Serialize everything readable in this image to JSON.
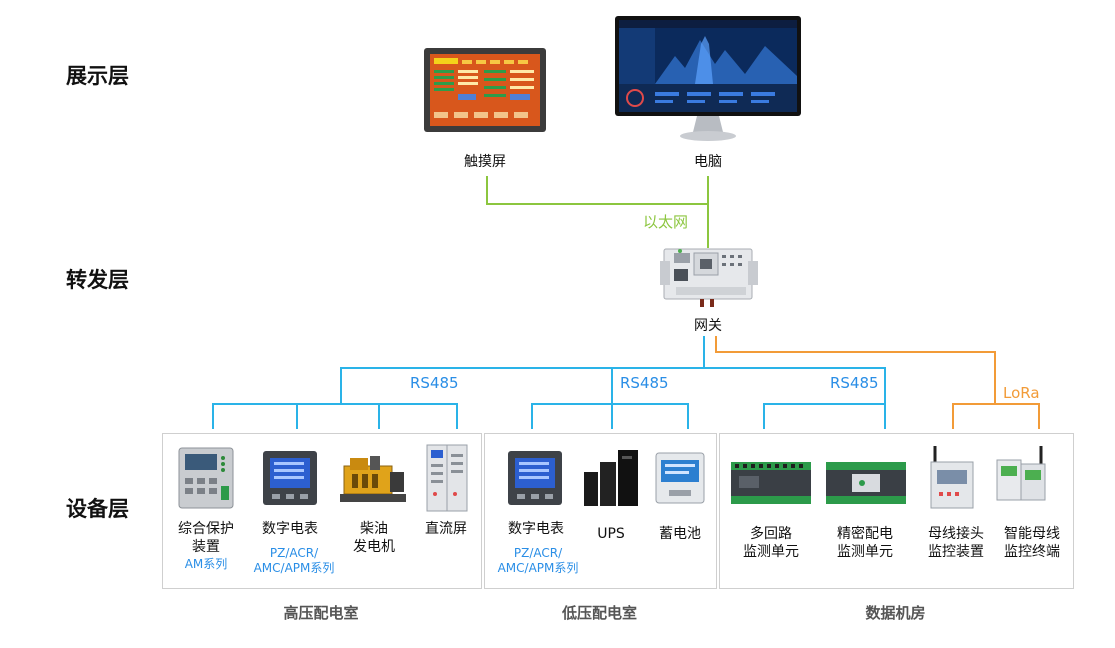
{
  "layers": {
    "display": "展示层",
    "forward": "转发层",
    "device": "设备层"
  },
  "display": {
    "touchscreen_label": "触摸屏",
    "pc_label": "电脑"
  },
  "network": {
    "ethernet": "以太网",
    "rs485_1": "RS485",
    "rs485_2": "RS485",
    "rs485_3": "RS485",
    "lora": "LoRa"
  },
  "gateway": {
    "label": "网关"
  },
  "rooms": {
    "high": {
      "title": "高压配电室",
      "devices": [
        {
          "name": "综合保护\n装置",
          "sub": "AM系列"
        },
        {
          "name": "数字电表",
          "sub": "PZ/ACR/\nAMC/APM系列"
        },
        {
          "name": "柴油\n发电机",
          "sub": ""
        },
        {
          "name": "直流屏",
          "sub": ""
        }
      ]
    },
    "low": {
      "title": "低压配电室",
      "devices": [
        {
          "name": "数字电表",
          "sub": "PZ/ACR/\nAMC/APM系列"
        },
        {
          "name": "UPS",
          "sub": ""
        },
        {
          "name": "蓄电池",
          "sub": ""
        }
      ]
    },
    "data": {
      "title": "数据机房",
      "devices": [
        {
          "name": "多回路\n监测单元",
          "sub": ""
        },
        {
          "name": "精密配电\n监测单元",
          "sub": ""
        },
        {
          "name": "母线接头\n监控装置",
          "sub": ""
        },
        {
          "name": "智能母线\n监控终端",
          "sub": ""
        }
      ]
    }
  },
  "colors": {
    "ethernet_line": "#8cc63f",
    "rs485_line": "#2ab3e8",
    "lora_line": "#f29b38",
    "sub_text": "#2a8ee6"
  }
}
